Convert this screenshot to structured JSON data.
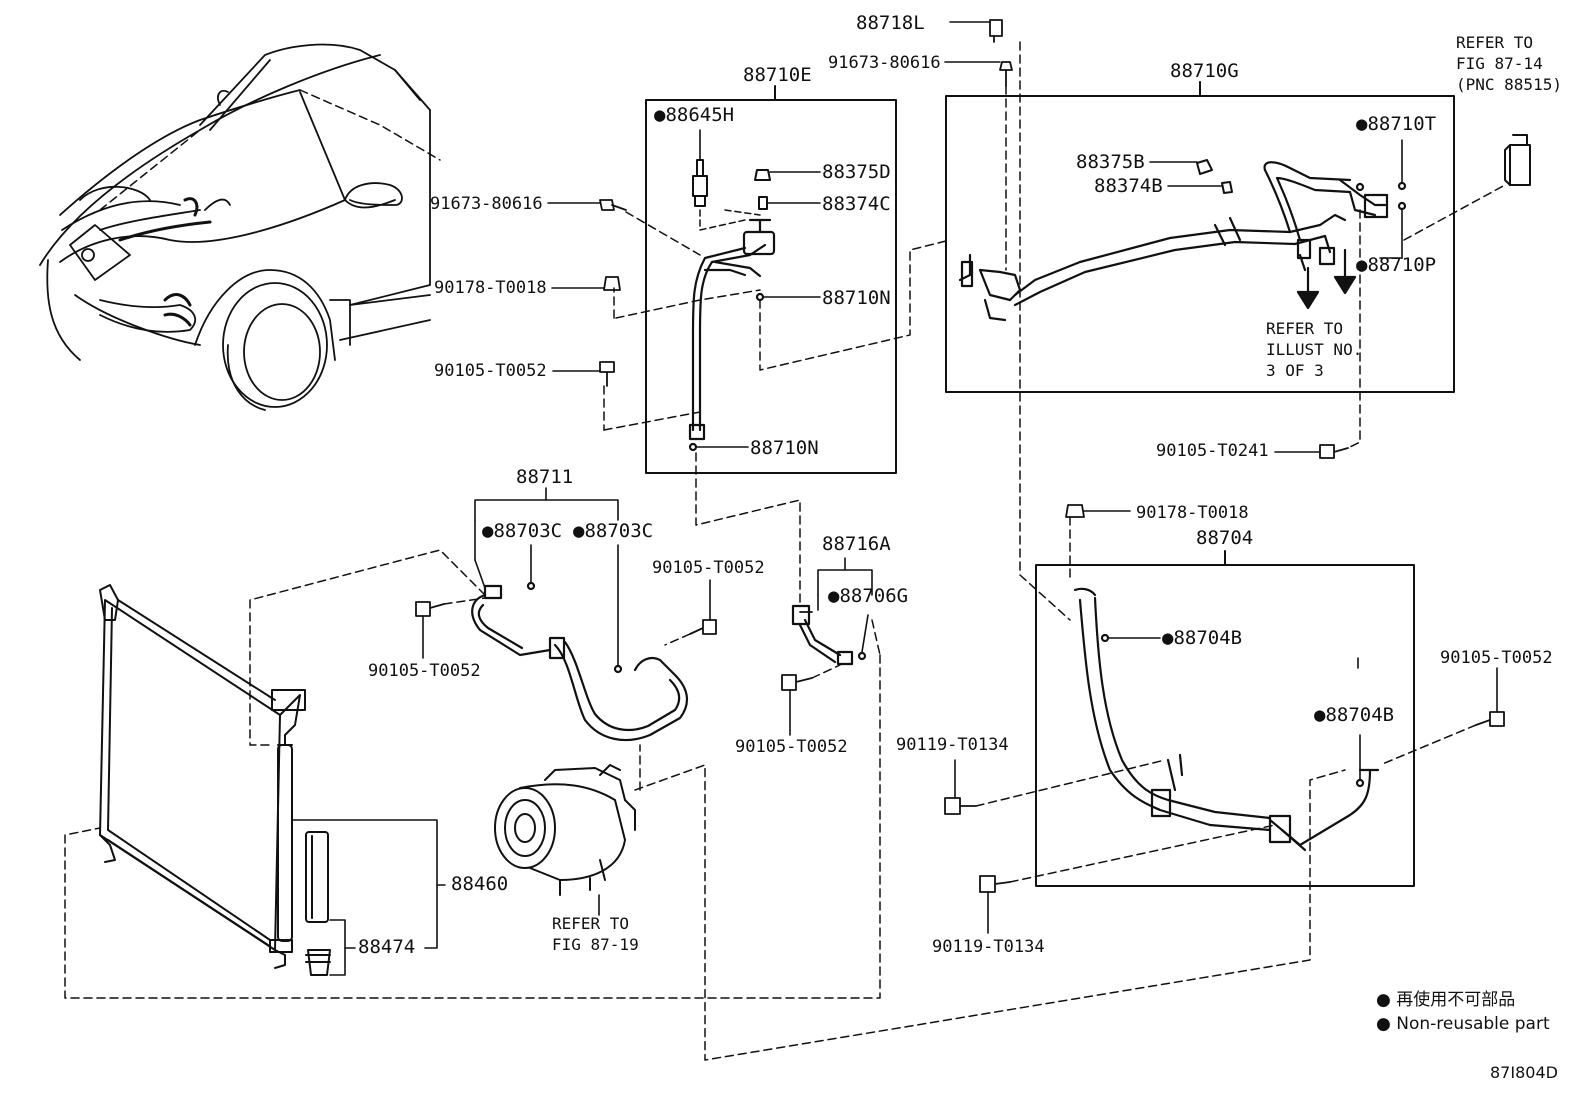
{
  "diagram": {
    "figure_code": "87I804D",
    "colors": {
      "line": "#111111",
      "background": "#ffffff"
    },
    "labels": {
      "p88718L": "88718L",
      "p91673_a": "91673-80616",
      "p88710E": "88710E",
      "p88645H": "●88645H",
      "p88375D": "88375D",
      "p91673_b": "91673-80616",
      "p88374C": "88374C",
      "p90178_a": "90178-T0018",
      "p88710N_a": "88710N",
      "p90105_a": "90105-T0052",
      "p88710N_b": "88710N",
      "p88710G": "88710G",
      "p88375B": "88375B",
      "p88374B": "88374B",
      "p88710T": "●88710T",
      "p88710P": "●88710P",
      "p90105_T0241": "90105-T0241",
      "p88711": "88711",
      "p88703C_a": "●88703C",
      "p88703C_b": "●88703C",
      "p90105_b": "90105-T0052",
      "p90105_c": "90105-T0052",
      "p88716A": "88716A",
      "p88706G": "●88706G",
      "p90105_d": "90105-T0052",
      "p90178_b": "90178-T0018",
      "p88704": "88704",
      "p88704B_a": "●88704B",
      "p88704B_b": "●88704B",
      "p90105_e": "90105-T0052",
      "p90119_a": "90119-T0134",
      "p90119_b": "90119-T0134",
      "p88460": "88460",
      "p88474": "88474"
    },
    "notes": {
      "refer_fig_87_14": "REFER TO\nFIG 87-14\n(PNC 88515)",
      "refer_illust": "REFER TO\nILLUST NO.\n3 OF 3",
      "refer_fig_87_19": "REFER TO\nFIG 87-19"
    },
    "legend": {
      "line_jp": "● 再使用不可部品",
      "line_en": "● Non-reusable part"
    }
  }
}
